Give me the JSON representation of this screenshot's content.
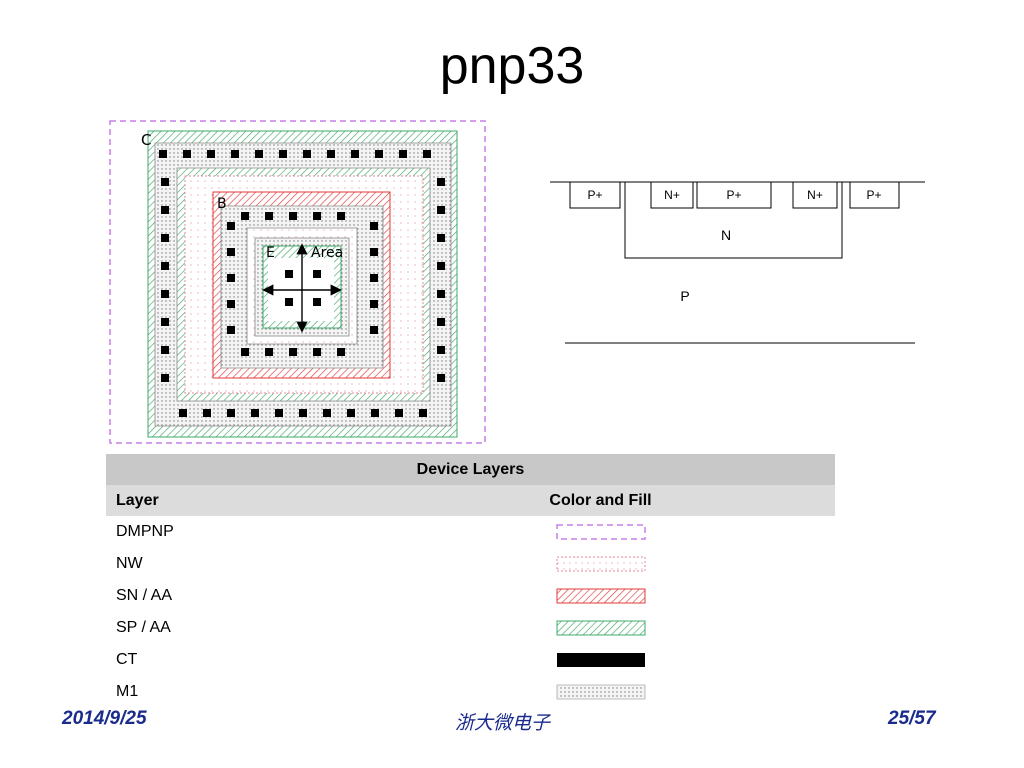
{
  "slide": {
    "title": "pnp33",
    "footer_date": "2014/9/25",
    "footer_org": "浙大微电子",
    "footer_page": "25/57"
  },
  "layout_diagram": {
    "label_c": "C",
    "label_b": "B",
    "label_e": "E",
    "label_area": "Area"
  },
  "cross_section": {
    "regions": [
      "P+",
      "N+",
      "P+",
      "N+",
      "P+"
    ],
    "nwell_label": "N",
    "substrate_label": "P"
  },
  "legend": {
    "title": "Device Layers",
    "col_layer": "Layer",
    "col_fill": "Color and Fill",
    "rows": [
      {
        "name": "DMPNP",
        "swatch": "dmpnp"
      },
      {
        "name": "NW",
        "swatch": "nw"
      },
      {
        "name": "SN / AA",
        "swatch": "sn"
      },
      {
        "name": "SP / AA",
        "swatch": "sp"
      },
      {
        "name": "CT",
        "swatch": "ct"
      },
      {
        "name": "M1",
        "swatch": "m1"
      }
    ]
  },
  "colors": {
    "dmpnp": "#c77fe8",
    "nw": "#e88a9a",
    "sn": "#e23a3a",
    "sp": "#3fa86a",
    "ct": "#000000",
    "m1": "#9a9a9a",
    "footer": "#1a2b8c"
  }
}
